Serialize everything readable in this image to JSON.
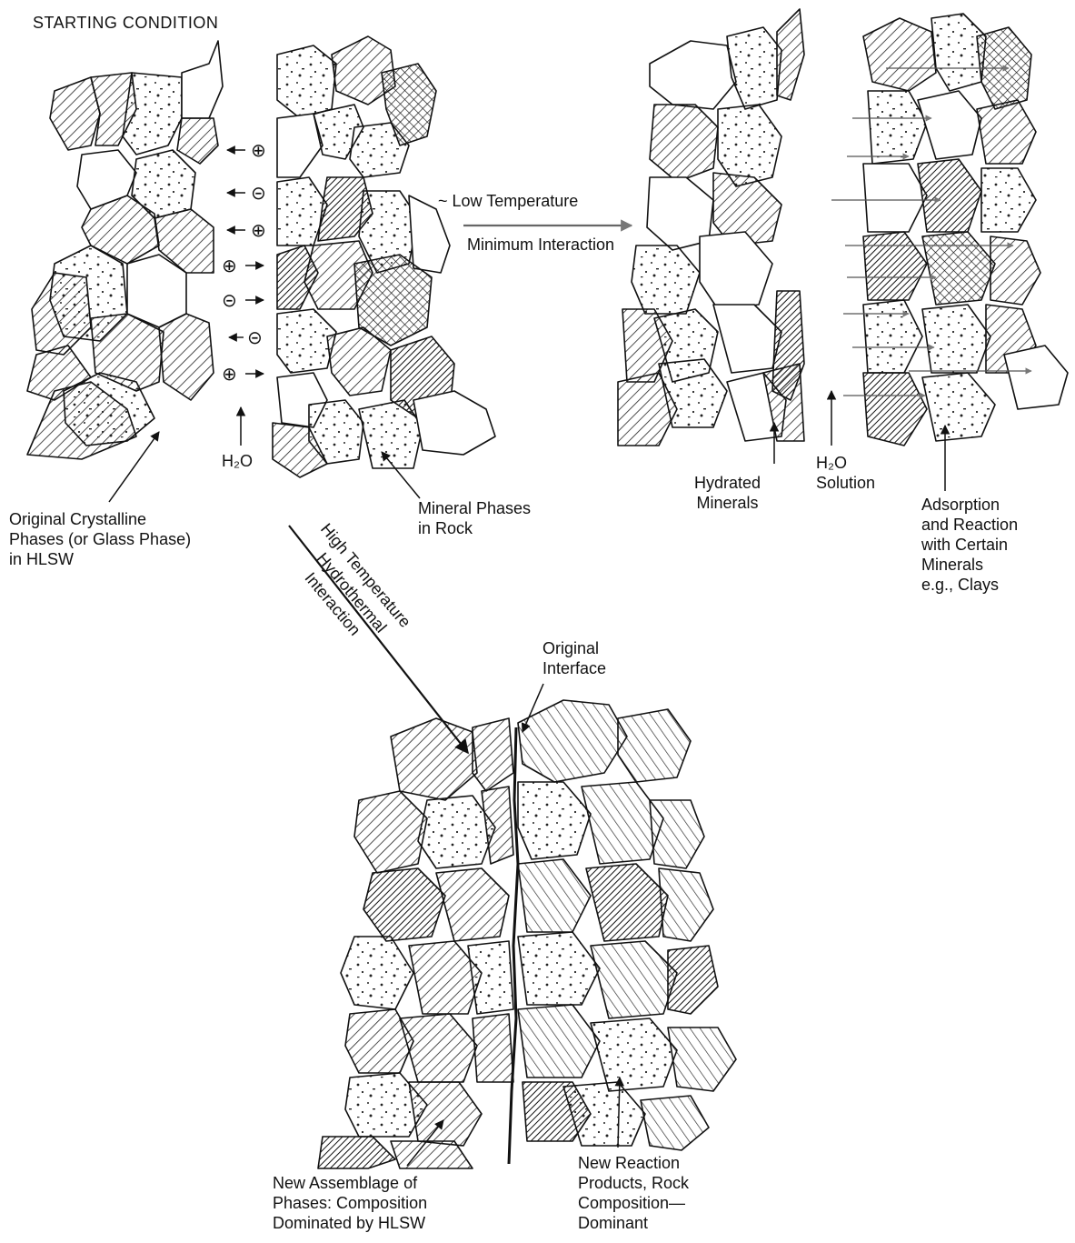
{
  "title": "STARTING CONDITION",
  "ion_signs": {
    "plus": "⊕",
    "minus": "⊝"
  },
  "labels": {
    "low_temp_line1": "~ Low Temperature",
    "low_temp_line2": "Minimum Interaction",
    "h2o_left": "H₂O",
    "original_crystalline": [
      "Original Crystalline",
      "Phases (or Glass Phase)",
      "in HLSW"
    ],
    "mineral_phases": [
      "Mineral Phases",
      "in Rock"
    ],
    "hydrated_minerals": [
      "Hydrated",
      "Minerals"
    ],
    "h2o_solution": [
      "H₂O",
      "Solution"
    ],
    "adsorption": [
      "Adsorption",
      "and Reaction",
      "with Certain",
      "Minerals",
      "e.g., Clays"
    ],
    "high_temp": [
      "High Temperature",
      "Hydrothermal",
      "Interaction"
    ],
    "original_interface": [
      "Original",
      "Interface"
    ],
    "new_assemblage": [
      "New Assemblage of",
      "Phases: Composition",
      "Dominated by HLSW"
    ],
    "new_reaction": [
      "New Reaction",
      "Products, Rock",
      "Composition—",
      "Dominant"
    ]
  }
}
